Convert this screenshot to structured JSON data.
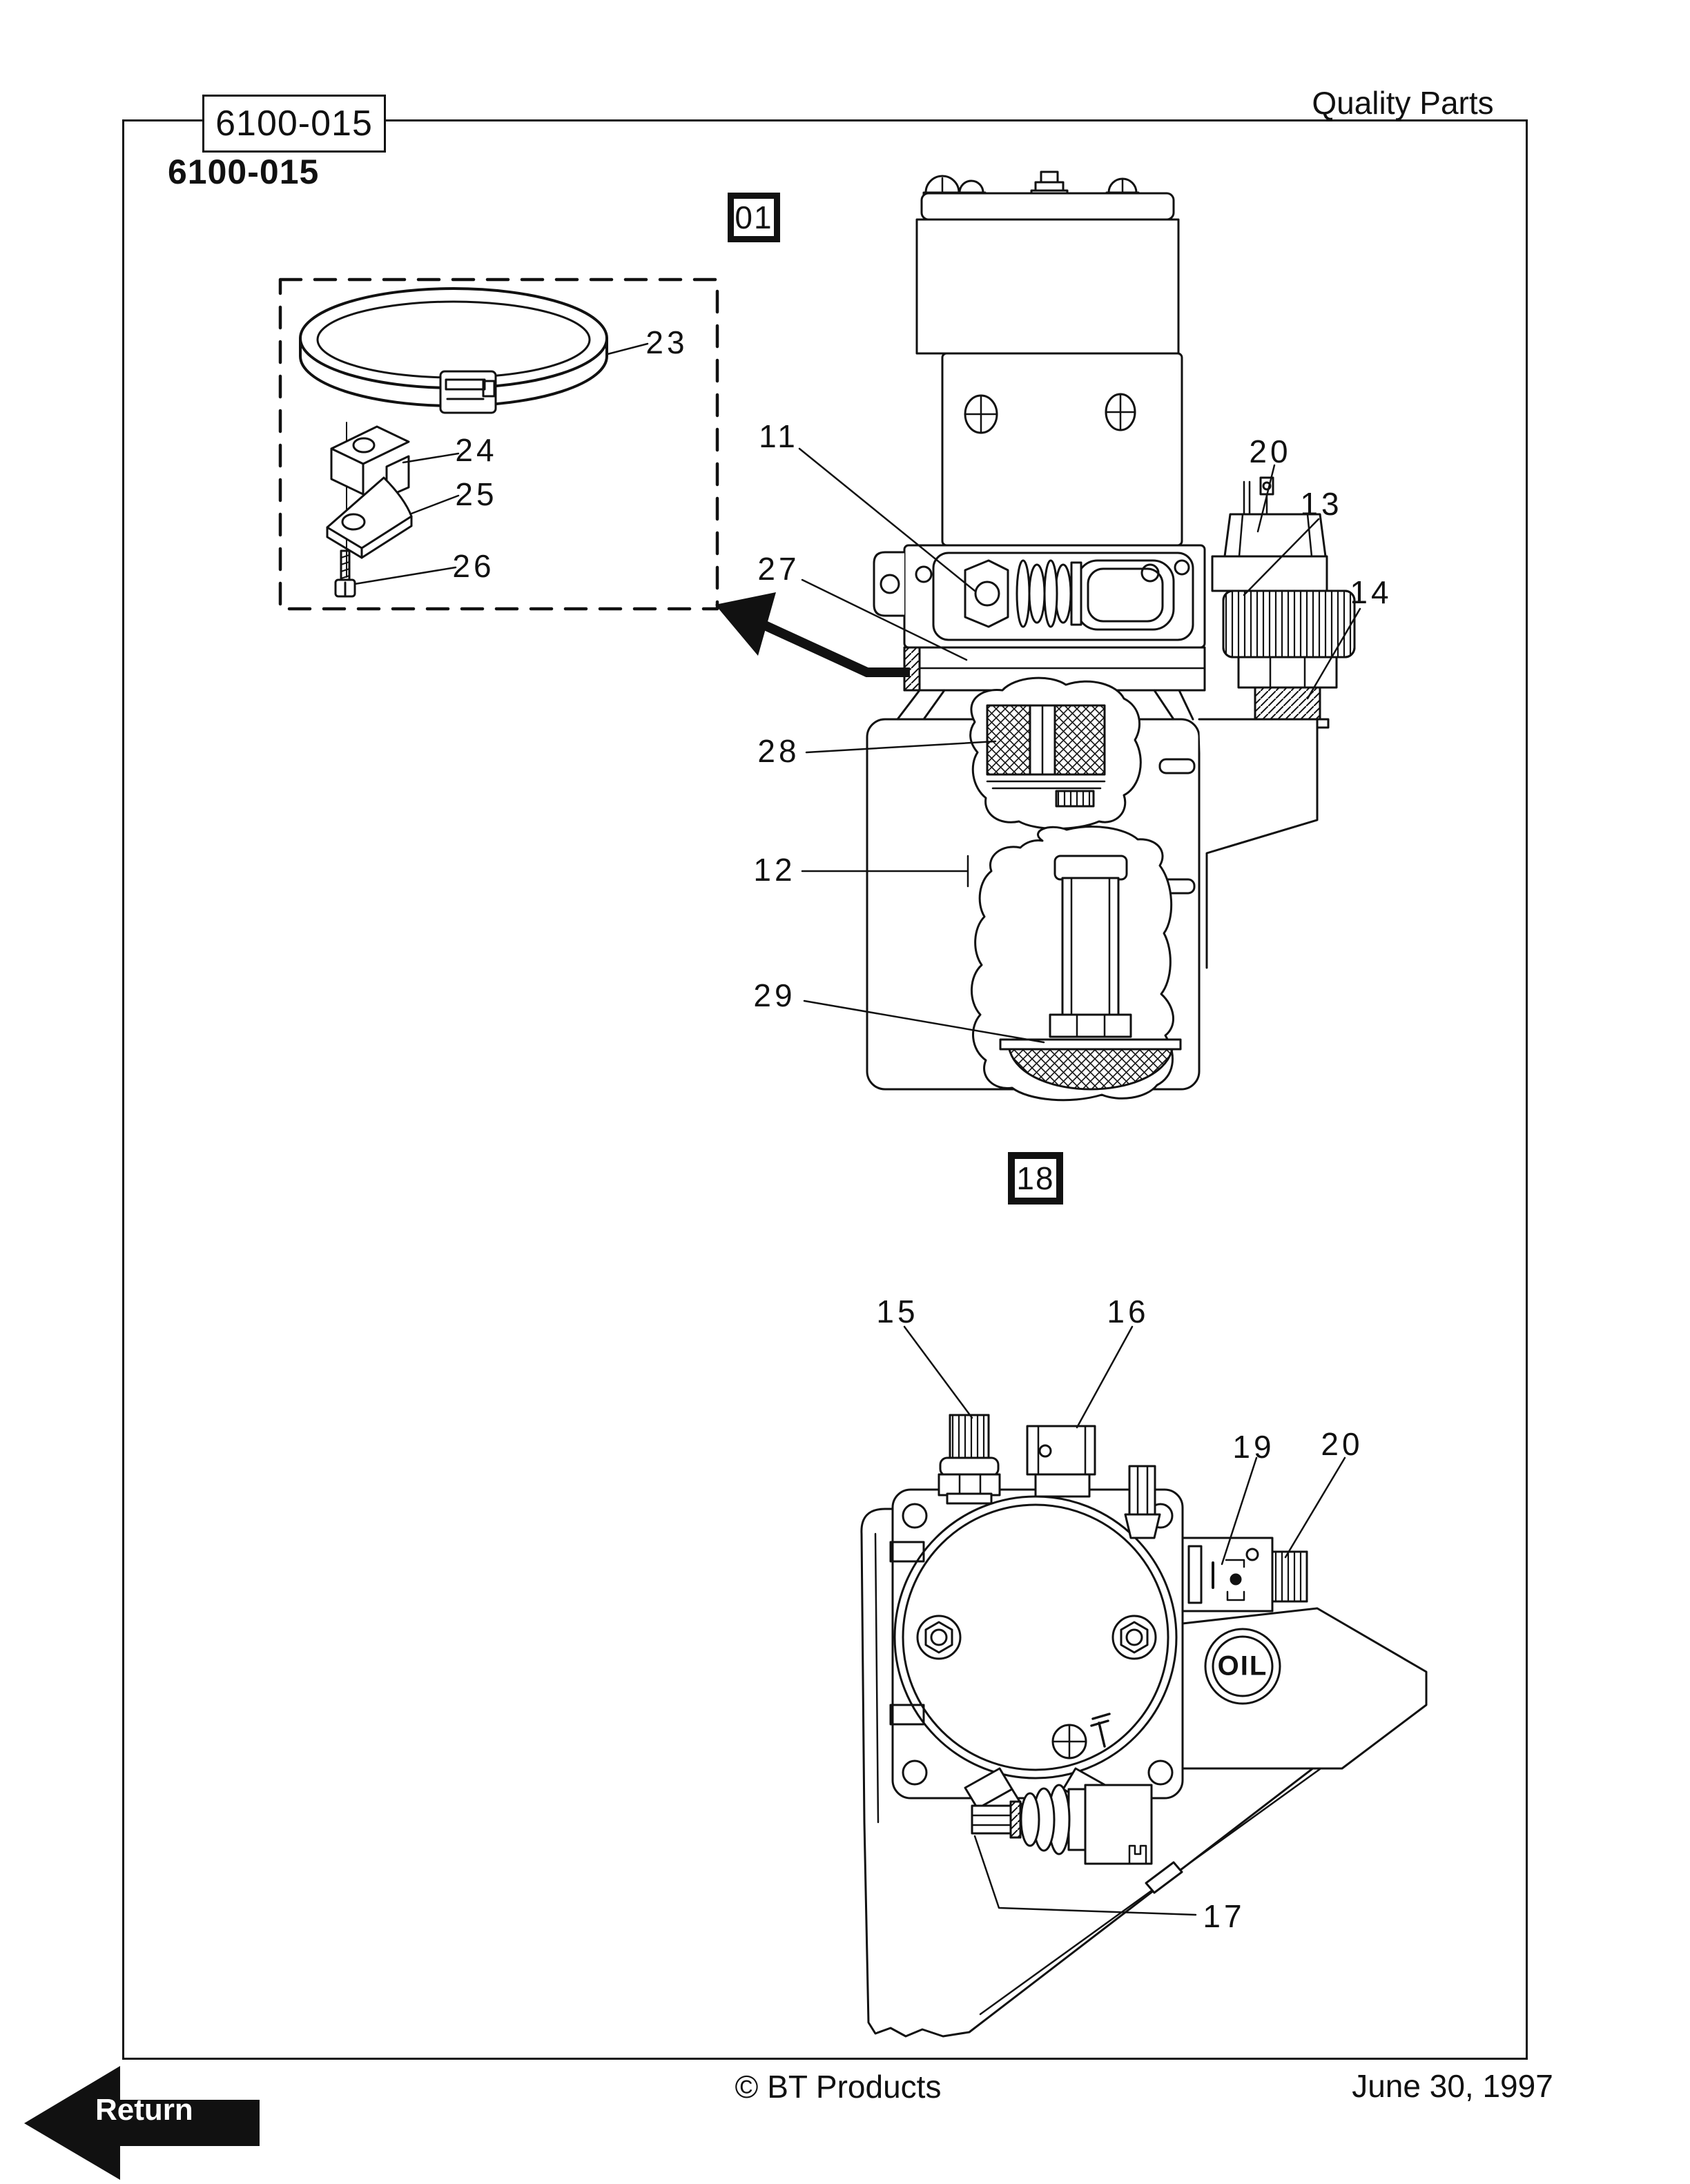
{
  "page": {
    "doc_number_box": "6100-015",
    "doc_number_heading": "6100-015",
    "header_right": "Quality Parts",
    "footer_center": "© BT Products",
    "footer_right": "June 30, 1997",
    "return_label": "Return",
    "ink_color": "#111111",
    "paper_color": "#ffffff"
  },
  "figure_refs": {
    "top_view": "01",
    "bottom_view": "18"
  },
  "badges": {
    "oil": "OIL"
  },
  "callouts": {
    "inset": [
      "23",
      "24",
      "25",
      "26"
    ],
    "top_view": [
      "11",
      "27",
      "28",
      "12",
      "29",
      "20",
      "13",
      "14"
    ],
    "bottom_view": [
      "15",
      "16",
      "19",
      "20",
      "17"
    ]
  }
}
